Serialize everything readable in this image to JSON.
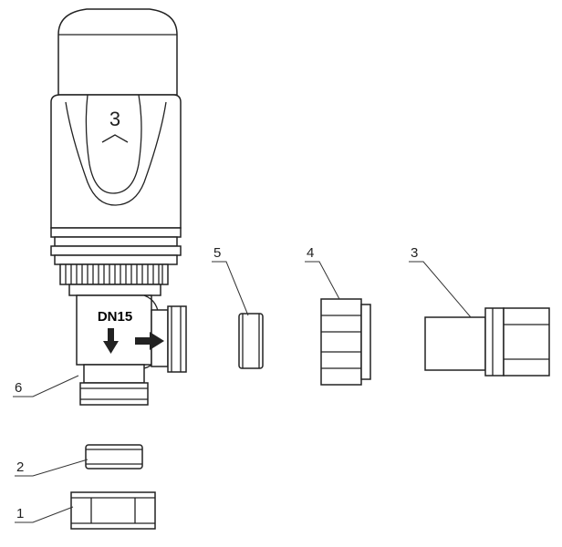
{
  "diagram": {
    "knob_number": "3",
    "valve_marking": "DN15",
    "callouts": [
      {
        "id": "callout-1",
        "label": "1",
        "part": "union-nut"
      },
      {
        "id": "callout-2",
        "label": "2",
        "part": "olive-ring"
      },
      {
        "id": "callout-3",
        "label": "3",
        "part": "tail-connector"
      },
      {
        "id": "callout-4",
        "label": "4",
        "part": "side-union-nut"
      },
      {
        "id": "callout-5",
        "label": "5",
        "part": "side-olive-ring"
      },
      {
        "id": "callout-6",
        "label": "6",
        "part": "valve-body"
      }
    ],
    "icons": [
      "down-arrow-icon",
      "right-arrow-icon"
    ]
  }
}
